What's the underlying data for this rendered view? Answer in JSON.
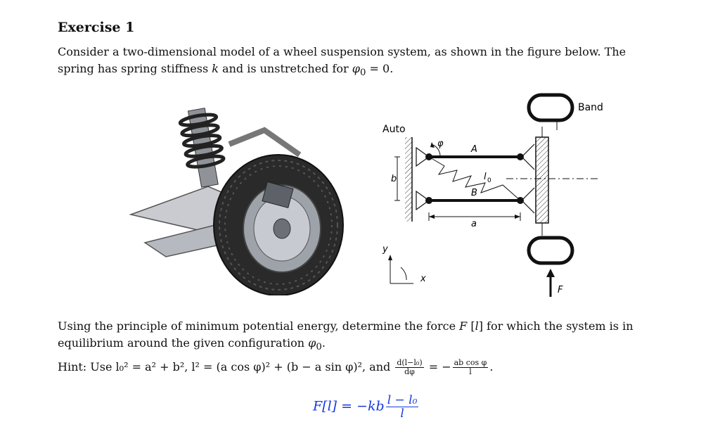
{
  "title": "Exercise 1",
  "intro": {
    "line1": "Consider a two-dimensional model of a wheel suspension system, as shown in the figure below. The",
    "line2_a": "spring has spring stiffness ",
    "line2_k": "k",
    "line2_b": " and is unstretched for ",
    "line2_phi0": "φ",
    "line2_sub": "0",
    "line2_c": " = 0."
  },
  "diagram": {
    "label_auto": "Auto",
    "label_band": "Band",
    "label_phi": "φ",
    "label_A": "A",
    "label_B": "B",
    "label_l0": "l",
    "label_l0_sub": "0",
    "label_b": "b",
    "label_a": "a",
    "label_y": "y",
    "label_x": "x",
    "label_F": "F"
  },
  "using": {
    "line1_a": "Using the principle of minimum potential energy, determine the force ",
    "line1_F": "F",
    "line1_b": " [",
    "line1_l": "l",
    "line1_c": "] for which the system is in",
    "line2_a": "equilibrium around the given configuration ",
    "line2_phi": "φ",
    "line2_sub": "0",
    "line2_b": "."
  },
  "hint": {
    "prefix": "Hint:  Use ",
    "eq1": "l₀² = a² + b²,  l² = (a cos φ)² + (b − a sin φ)²,  and ",
    "frac_num": "d(l−l₀)",
    "frac_den": "dφ",
    "eq2": " = −",
    "frac2_num": "ab cos φ",
    "frac2_den": "l",
    "suffix": "."
  },
  "answer": {
    "lhs": "F[l] = −kb",
    "num": "l − l₀",
    "den": "l"
  }
}
